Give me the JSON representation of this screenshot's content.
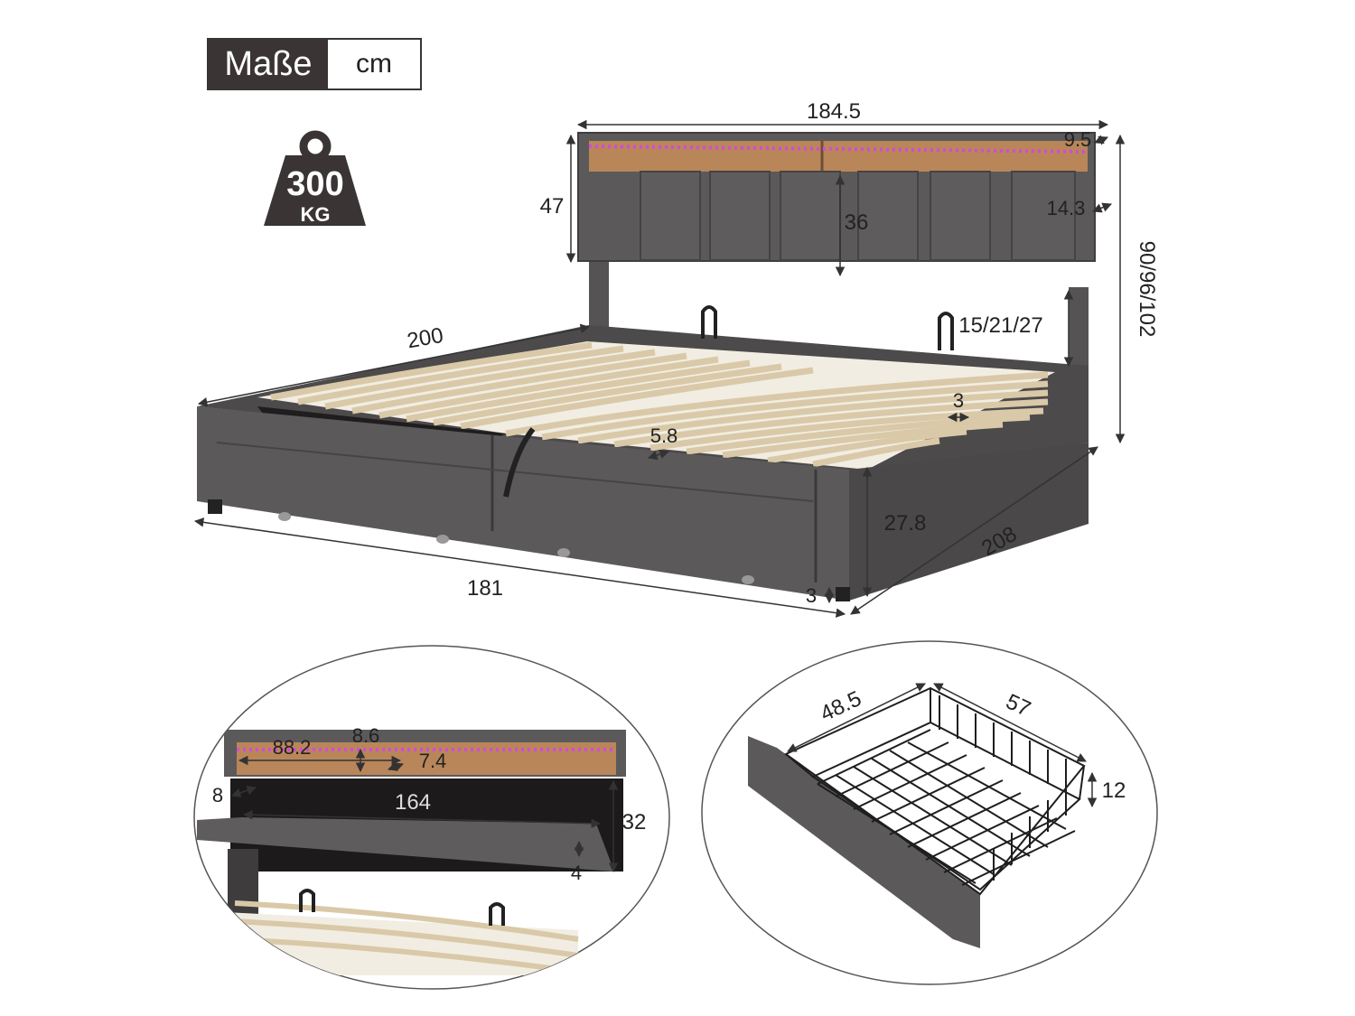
{
  "unit_badge": {
    "label": "Maße",
    "unit": "cm"
  },
  "load_weight": {
    "value": "300",
    "unit": "KG"
  },
  "main_dimensions": {
    "headboard_width": "184.5",
    "headboard_depth": "9.5",
    "headboard_height": "47",
    "panel_height": "36",
    "shelf_depth": "14.3",
    "total_height": "90/96/102",
    "side_length": "200",
    "lift_height": "15/21/27",
    "slat_gap": "3",
    "slat_width": "5.8",
    "frame_height": "27.8",
    "total_length": "208",
    "front_width": "181",
    "floor_clearance": "3"
  },
  "detail_shelf": {
    "shelf_length": "88.2",
    "shelf_height": "8.6",
    "shelf_depth": "7.4",
    "storage_length": "164",
    "storage_depth": "8",
    "storage_height": "32",
    "lip": "4"
  },
  "detail_drawer": {
    "depth": "48.5",
    "width": "57",
    "height": "12"
  },
  "colors": {
    "fabric": "#5b5959",
    "fabric_dark": "#444242",
    "wood": "#b9865a",
    "slat": "#e9dcc3",
    "led": "#d34ad8",
    "badge_dark": "#3a3434"
  }
}
